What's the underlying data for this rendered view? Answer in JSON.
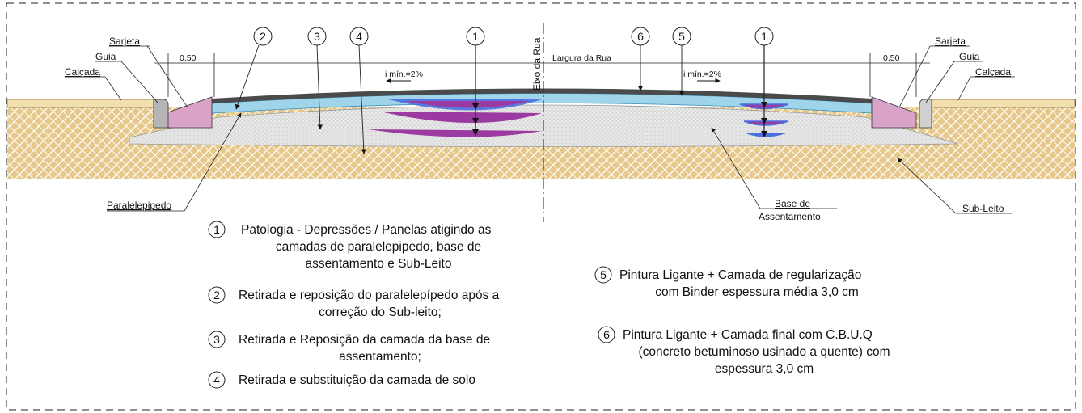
{
  "labels": {
    "sarjeta_left": "Sarjeta",
    "guia_left": "Guia",
    "calcada_left": "Calçada",
    "sarjeta_right": "Sarjeta",
    "guia_right": "Guia",
    "calcada_right": "Calçada",
    "paralelepipedo": "Paralelepipedo",
    "base_line1": "Base de",
    "base_line2": "Assentamento",
    "subleito": "Sub-Leito",
    "eixo_rua": "Eixo da Rua",
    "largura_rua": "Largura da Rua",
    "dim_left": "0,50",
    "dim_right": "0,50",
    "slope_left": "i mín.=2%",
    "slope_right": "i mín.=2%"
  },
  "callouts": [
    "2",
    "3",
    "4",
    "1",
    "6",
    "5",
    "1"
  ],
  "legend_left": [
    {
      "num": "1",
      "lines": [
        "Patologia - Depressões / Panelas atigindo as",
        "camadas de paralelepipedo, base de",
        "assentamento e Sub-Leito"
      ]
    },
    {
      "num": "2",
      "lines": [
        "Retirada e reposição do paralelepípedo após a",
        "correção do Sub-leito;"
      ]
    },
    {
      "num": "3",
      "lines": [
        "Retirada e Reposição da camada da base de",
        "assentamento;"
      ]
    },
    {
      "num": "4",
      "lines": [
        "Retirada e substituição da camada de solo"
      ]
    }
  ],
  "legend_right": [
    {
      "num": "5",
      "lines": [
        "Pintura Ligante + Camada de regularização",
        "com Binder espessura média 3,0 cm"
      ]
    },
    {
      "num": "6",
      "lines": [
        "Pintura Ligante + Camada final com C.B.U.Q",
        "(concreto betuminoso usinado a quente) com",
        "espessura 3,0 cm"
      ]
    }
  ],
  "colors": {
    "soil": "#e6c98a",
    "soil_hatch": "#ffffff",
    "base_gravel": "#d4d4d4",
    "paver_blue": "#9fd4ea",
    "asphalt": "#4a4a4a",
    "sarjeta_fill": "#d9a3c8",
    "guia_fill": "#b5b5b5",
    "depression_purple": "#9b3aa0",
    "depression_blue": "#4a6ee0"
  }
}
